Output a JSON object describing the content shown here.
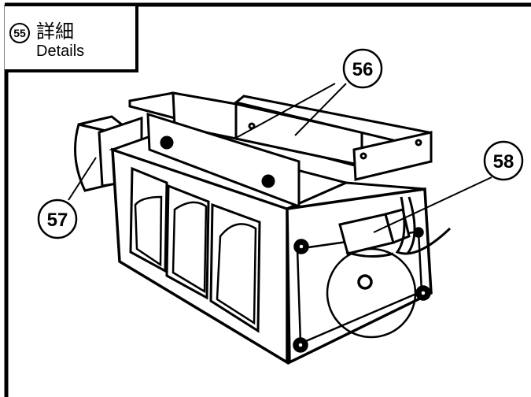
{
  "title_box": {
    "number": "55",
    "title_jp": "詳細",
    "title_en": "Details"
  },
  "callouts": [
    {
      "id": "56",
      "label": "56"
    },
    {
      "id": "57",
      "label": "57"
    },
    {
      "id": "58",
      "label": "58"
    }
  ],
  "colors": {
    "line": "#000000",
    "background": "#ffffff"
  }
}
